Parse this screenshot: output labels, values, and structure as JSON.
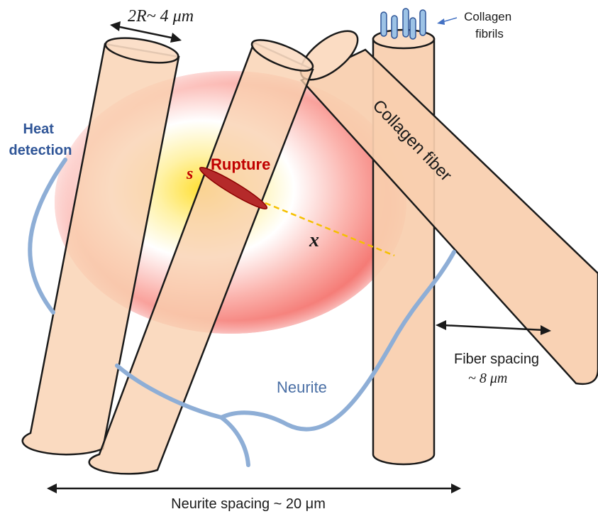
{
  "labels": {
    "radius": "2R~ 4 μm",
    "collagen_fibrils": [
      "Collagen",
      "fibrils"
    ],
    "heat_detection": [
      "Heat",
      "detection"
    ],
    "rupture": "Rupture",
    "rupture_point": "s",
    "distance": "x",
    "collagen_fiber": "Collagen fiber",
    "neurite": "Neurite",
    "fiber_spacing": [
      "Fiber spacing",
      "~ 8 μm"
    ],
    "neurite_spacing": "Neurite spacing  ~ 20 μm"
  },
  "colors": {
    "fiber_fill": "#f9cfae",
    "fiber_stroke": "#1a1a1a",
    "heat_center": "#ffe24a",
    "heat_mid": "#ffffff",
    "heat_edge": "#f4726a",
    "rupture": "#c00000",
    "rupture_fill": "#b52a2a",
    "neurite": "#8eaed6",
    "heat_text": "#2f5597",
    "neurite_text": "#4a6fa5",
    "distance_line": "#f5c000",
    "fibril": "#9dc3e6",
    "fibril_stroke": "#2f5597"
  }
}
